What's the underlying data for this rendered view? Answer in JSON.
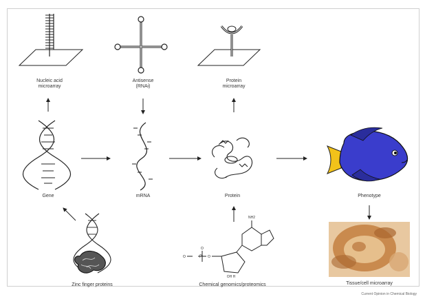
{
  "diagram": {
    "nodes": {
      "gene": "Gene",
      "mrna": "mRNA",
      "protein": "Protein",
      "phenotype": "Phenotype"
    },
    "assays": {
      "nucleic_acid_microarray": [
        "Nucleic acid",
        "microarray"
      ],
      "antisense": [
        "Antisense",
        "(RNAi)"
      ],
      "protein_microarray": [
        "Protein",
        "microarray"
      ],
      "zinc_finger": "Zinc finger proteins",
      "chemical_genomics": "Chemical genomics/proteomics",
      "tissue_microarray": "Tissue/cell microarray"
    },
    "molecule_labels": {
      "amine": "NH2",
      "hydroxyls": "OH   H"
    },
    "credit": "Current Opinion in Chemical Biology",
    "colors": {
      "fish_body": "#3a3dcc",
      "fish_fin": "#f2c21a",
      "tissue": "#c98a4e",
      "line": "#222222"
    }
  }
}
